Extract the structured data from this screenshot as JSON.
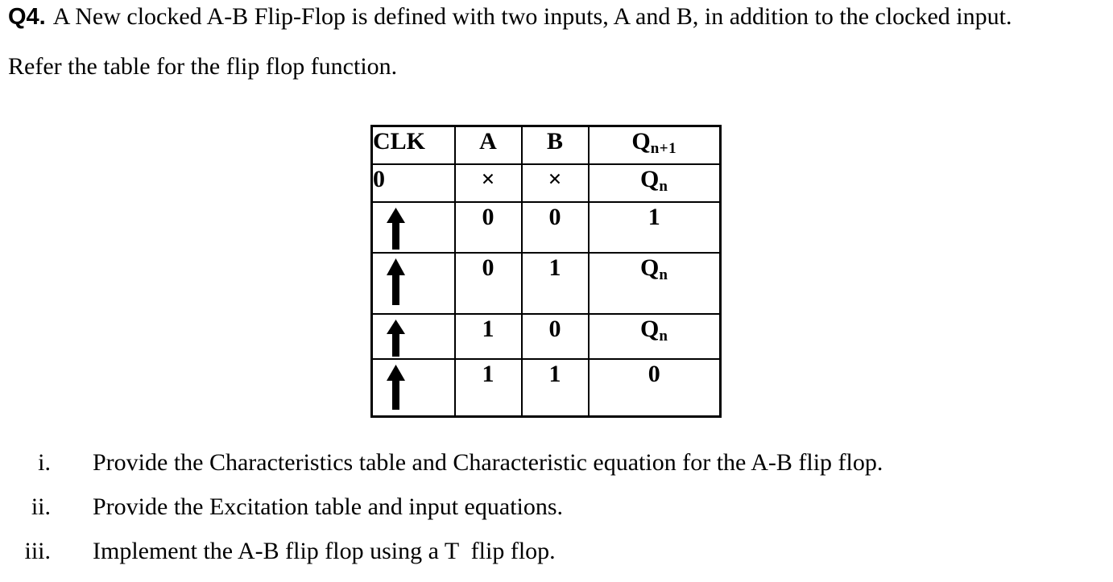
{
  "question": {
    "number_label": "Q4.",
    "intro_line1": "A New clocked A-B Flip-Flop is defined with two inputs, A and B, in addition to the clocked input.",
    "intro_line2": "Refer the table for the flip flop function."
  },
  "table": {
    "headers": [
      {
        "base": "CLK",
        "sub": ""
      },
      {
        "base": "A",
        "sub": ""
      },
      {
        "base": "B",
        "sub": ""
      },
      {
        "base": "Q",
        "sub": "n+1"
      }
    ],
    "rows": [
      {
        "clk": "0",
        "clk_icon": "",
        "a": "×",
        "b": "×",
        "q_base": "Q",
        "q_sub": "n"
      },
      {
        "clk": "",
        "clk_icon": "arrow-up-icon",
        "a": "0",
        "b": "0",
        "q_base": "1",
        "q_sub": ""
      },
      {
        "clk": "",
        "clk_icon": "arrow-up-icon",
        "a": "0",
        "b": "1",
        "q_base": "Q",
        "q_sub": "n"
      },
      {
        "clk": "",
        "clk_icon": "arrow-up-icon",
        "a": "1",
        "b": "0",
        "q_base": "Q",
        "q_sub": "n"
      },
      {
        "clk": "",
        "clk_icon": "arrow-up-icon",
        "a": "1",
        "b": "1",
        "q_base": "0",
        "q_sub": ""
      }
    ]
  },
  "icons": {
    "arrow_up_glyph": "↑"
  },
  "colors": {
    "text": "#000000",
    "background": "#ffffff",
    "table_border": "#000000"
  },
  "subquestions": [
    {
      "numeral": "i.",
      "text": "Provide the Characteristics table and Characteristic equation for the A-B flip flop."
    },
    {
      "numeral": "ii.",
      "text": "Provide the Excitation table and input equations."
    },
    {
      "numeral": "iii.",
      "text": "Implement the A-B flip flop using a T  flip flop."
    }
  ]
}
